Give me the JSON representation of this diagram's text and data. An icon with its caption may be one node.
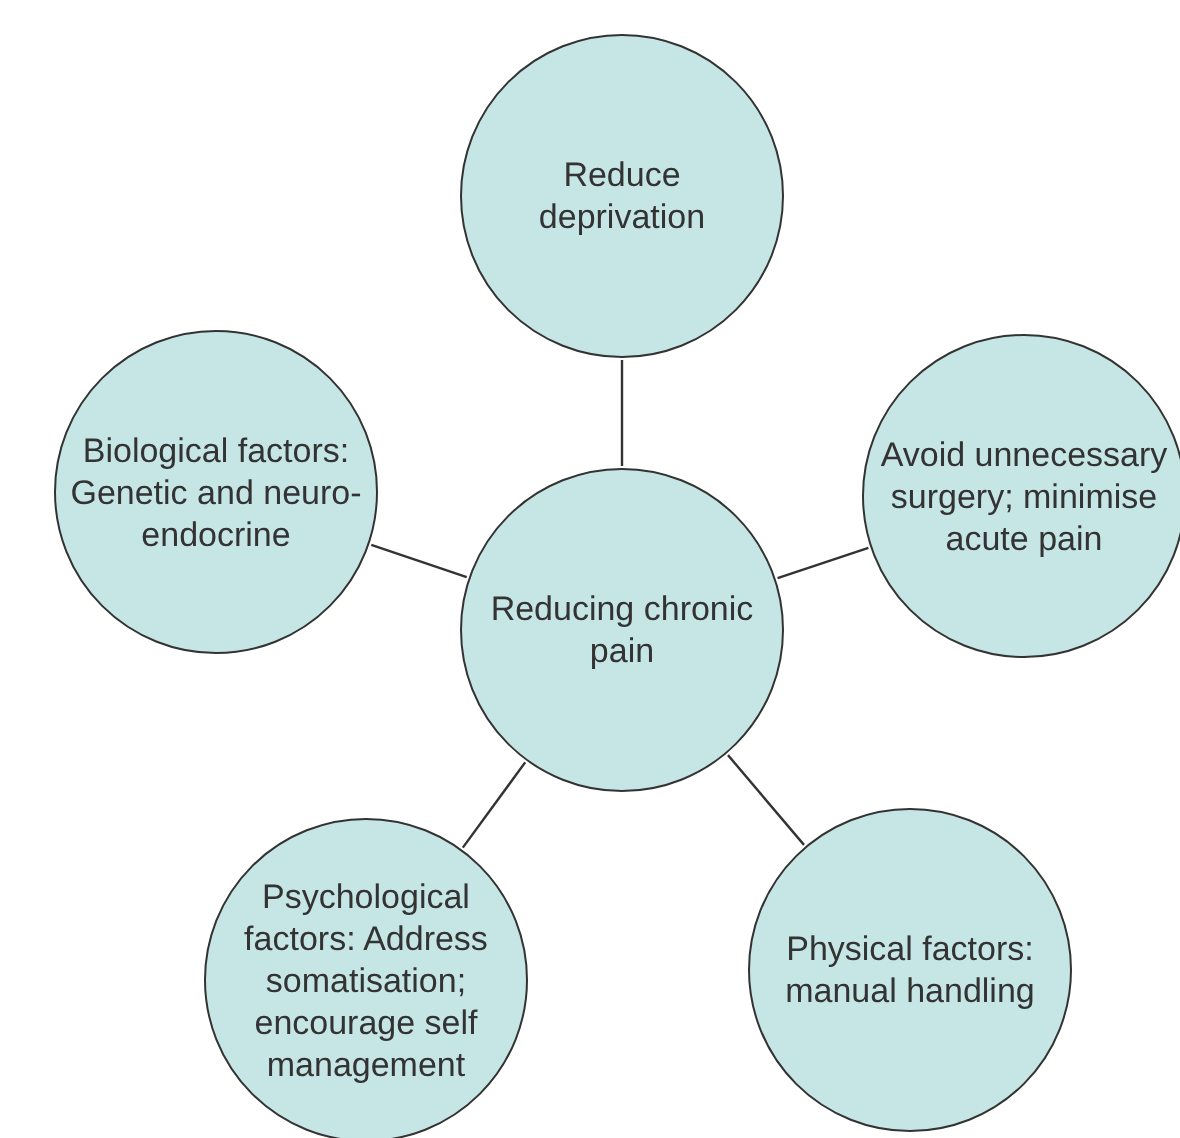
{
  "diagram": {
    "nodes": [
      {
        "text": [
          "Reduce deprivation"
        ]
      },
      {
        "text": [
          "Biological factors: Genetic and neuro-endocrine"
        ]
      },
      {
        "text": [
          "Avoid unnecessary surgery; minimise acute pain"
        ]
      },
      {
        "text": [
          "Reducing chronic pain"
        ]
      },
      {
        "text": [
          "Psychological factors: Address somatisation; encourage self management"
        ]
      },
      {
        "text": [
          "Physical factors: manual handling"
        ]
      }
    ],
    "edges": [
      {
        "from": 3,
        "to": 0,
        "arrow": "none"
      },
      {
        "from": 3,
        "to": 1,
        "arrow": "none"
      },
      {
        "from": 3,
        "to": 2,
        "arrow": "none"
      },
      {
        "from": 3,
        "to": 4,
        "arrow": "none"
      },
      {
        "from": 3,
        "to": 5,
        "arrow": "none"
      }
    ]
  }
}
